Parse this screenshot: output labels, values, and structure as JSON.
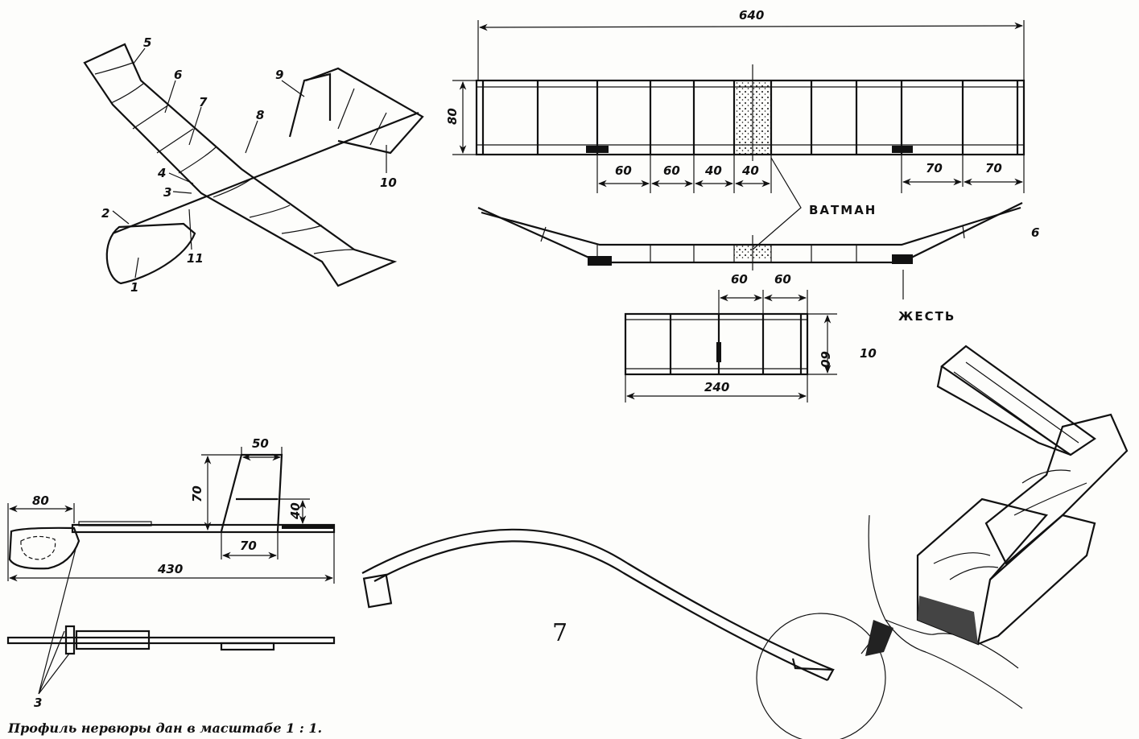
{
  "figure": {
    "airplane_labels": [
      "1",
      "2",
      "3",
      "4",
      "5",
      "6",
      "7",
      "8",
      "9",
      "10",
      "11"
    ],
    "wing": {
      "span_dim": "640",
      "chord_dim": "80",
      "rib_spacing_dims": [
        "60",
        "60",
        "40",
        "40"
      ],
      "tip_spacing_dims": [
        "70",
        "70"
      ],
      "paper_label": "ВАТМАН",
      "tin_label": "ЖЕСТЬ",
      "part_number": "6"
    },
    "stabilizer": {
      "span_dim": "240",
      "chord_dim": "60",
      "rib_spacing_dims": [
        "60",
        "60"
      ],
      "part_number": "10"
    },
    "fuselage": {
      "nose_dim": "80",
      "length_dim": "430",
      "fin_top_dim": "50",
      "fin_height_dim": "70",
      "fin_bar_dim": "40",
      "fin_base_dim": "70",
      "part_number": "3"
    },
    "rib": {
      "part_number": "7"
    },
    "caption": "Профиль нервюры дан в масштабе 1 : 1."
  }
}
